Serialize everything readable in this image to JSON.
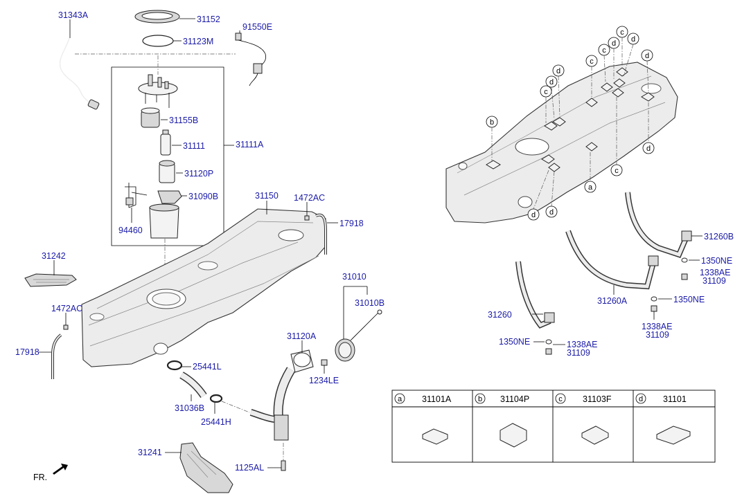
{
  "labels": {
    "l31343A": "31343A",
    "l31152": "31152",
    "l31123M": "31123M",
    "l91550E": "91550E",
    "l31155B": "31155B",
    "l31111": "31111",
    "l31111A": "31111A",
    "l31120P": "31120P",
    "l31090B": "31090B",
    "l94460": "94460",
    "l31150": "31150",
    "l1472AC_top": "1472AC",
    "l17918_top": "17918",
    "l31242": "31242",
    "l1472AC_left": "1472AC",
    "l17918_left": "17918",
    "l31010": "31010",
    "l31010B": "31010B",
    "l31120A": "31120A",
    "l25441L": "25441L",
    "l1234LE": "1234LE",
    "l31036B": "31036B",
    "l25441H": "25441H",
    "l31241": "31241",
    "l1125AL": "1125AL",
    "l31260B": "31260B",
    "l1350NE_a": "1350NE",
    "l1338AE_a": "1338AE",
    "l31109_a": "31109",
    "l31260A": "31260A",
    "l1350NE_b": "1350NE",
    "l1338AE_b": "1338AE",
    "l31109_b": "31109",
    "l31260": "31260",
    "l1350NE_c": "1350NE",
    "l1338AE_c": "1338AE",
    "l31109_c": "31109",
    "fr": "FR."
  },
  "callouts": {
    "a": "a",
    "b": "b",
    "c": "c",
    "d": "d"
  },
  "legend": {
    "cols": [
      {
        "key": "a",
        "part": "31101A"
      },
      {
        "key": "b",
        "part": "31104P"
      },
      {
        "key": "c",
        "part": "31103F"
      },
      {
        "key": "d",
        "part": "31101"
      }
    ]
  }
}
